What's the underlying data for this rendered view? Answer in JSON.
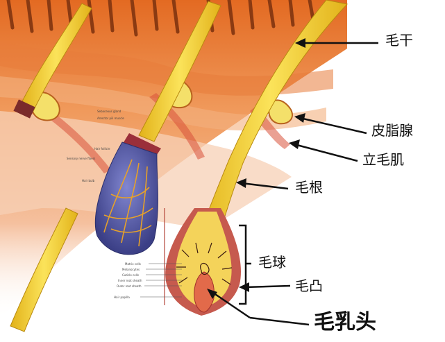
{
  "title": "",
  "labels": {
    "hair_shaft": "毛干",
    "sebaceous_gland": "皮脂腺",
    "arrector_pili": "立毛肌",
    "hair_root": "毛根",
    "hair_bulb": "毛球",
    "dermal_papilla": "毛凸",
    "hair_papilla": "毛乳头"
  },
  "small_print": {
    "sebaceous_gland": "Sebaceous gland",
    "arrector_pili_muscle": "Arrector pili muscle",
    "hair_follicle": "Hair follicle",
    "sensory_nerve_fibers": "Sensory nerve fibers",
    "hair_bulb": "Hair bulb",
    "matrix_cells": "Matrix cells",
    "melanocytes": "Melanocytes",
    "cuticle_cells": "Cuticle cells",
    "inner_root_sheath": "Inner root sheath",
    "outer_root_sheath": "Outer root sheath",
    "hair_papilla": "Hair papilla"
  },
  "colors": {
    "skin_top": "#e8742e",
    "skin_mid": "#f2a469",
    "dermis": "#f6c7a8",
    "hair": "#f2d12e",
    "follicle": "#c65a4e",
    "gland": "#f4e06a",
    "nerve_bulb": "#5a5fa8",
    "arrow": "#111111"
  }
}
